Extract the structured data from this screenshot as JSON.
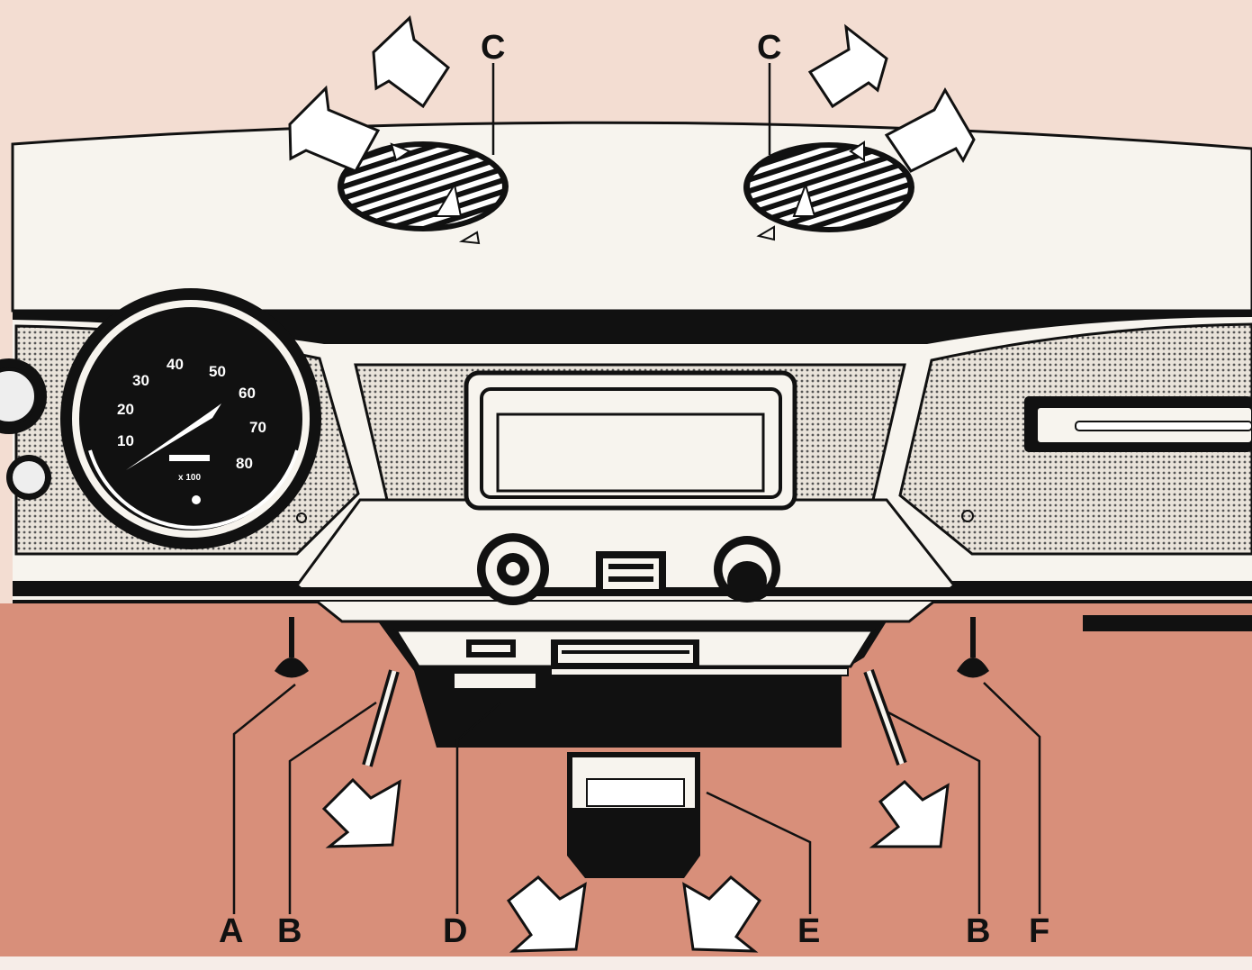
{
  "colors": {
    "background_top": "#f3ddd2",
    "dash_cream": "#f7f4ee",
    "lower_panel": "#d88f7a",
    "ink": "#111111"
  },
  "labels": {
    "vent_left": "C",
    "vent_right": "C",
    "a": "A",
    "b_left": "B",
    "d": "D",
    "e": "E",
    "b_right": "B",
    "f": "F"
  },
  "speedometer": {
    "ticks": [
      "10",
      "20",
      "30",
      "40",
      "50",
      "60",
      "70",
      "80"
    ],
    "unit": "x 100"
  },
  "icons": [
    "arrow-icon",
    "vent-grille-icon",
    "knob-icon",
    "switch-icon"
  ]
}
